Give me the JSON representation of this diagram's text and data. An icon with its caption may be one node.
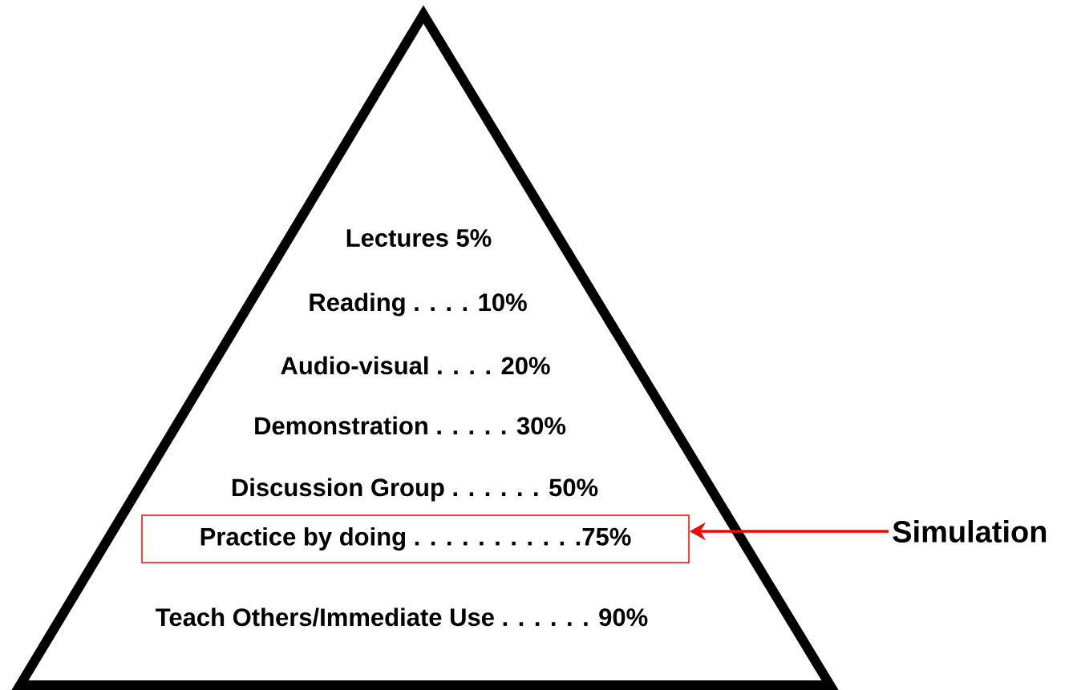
{
  "diagram": {
    "nodes": [
      {
        "text": [
          "Lectures 5%",
          "Reading . . . . 10%",
          "Audio-visual . . . . 20%",
          "Demonstration . . . . . 30%",
          "Discussion Group . . . . . . 50%",
          "Teach Others/Immediate Use . . . . . . 90%"
        ]
      },
      {
        "text": [
          "Practice by doing . . . . . . . . . . .75%"
        ],
        "in": 0
      },
      {
        "text": [
          "Simulation"
        ]
      }
    ],
    "edges": [
      {
        "from": 2,
        "to": 1,
        "arrow": "to",
        "color": "#ff0000"
      }
    ]
  }
}
